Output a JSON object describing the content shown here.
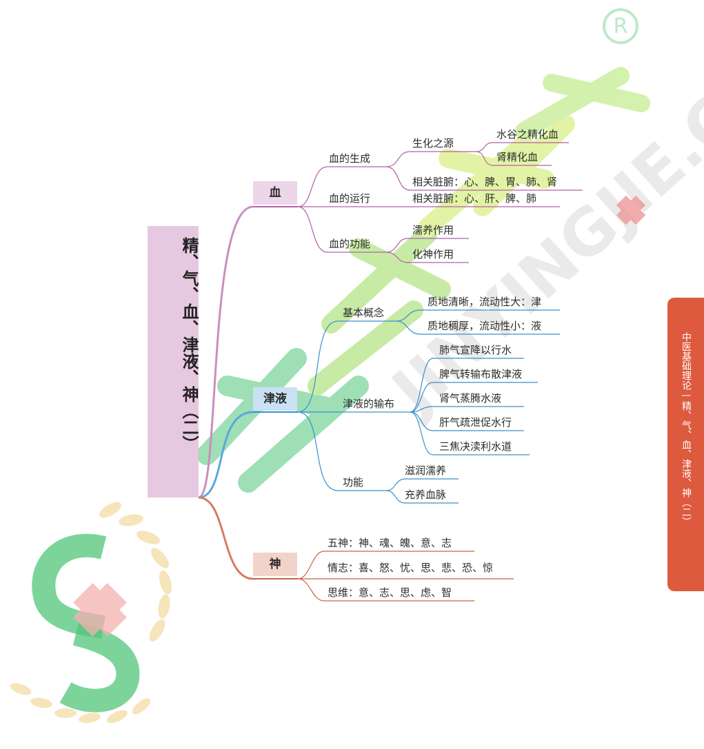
{
  "root": {
    "label": "精、气、血、津液、神（二）"
  },
  "side_tab": {
    "label": "中医基础理论—精、气、血、津液、神（二）"
  },
  "branches": {
    "blood": {
      "label": "血",
      "color": "#b45fa6",
      "children": {
        "generation": {
          "label": "血的生成",
          "source": {
            "label": "生化之源",
            "items": [
              "水谷之精化血",
              "肾精化血"
            ]
          },
          "organs": "相关脏腑：心、脾、胃、肺、肾"
        },
        "circulation": {
          "label": "血的运行",
          "organs": "相关脏腑：心、肝、脾、肺"
        },
        "function": {
          "label": "血的功能",
          "items": [
            "濡养作用",
            "化神作用"
          ]
        }
      }
    },
    "fluid": {
      "label": "津液",
      "color": "#3a8fcc",
      "children": {
        "concept": {
          "label": "基本概念",
          "items": [
            "质地清晰，流动性大：津",
            "质地稠厚，流动性小：液"
          ]
        },
        "distribution": {
          "label": "津液的输布",
          "items": [
            "肺气宣降以行水",
            "脾气转输布散津液",
            "肾气蒸腾水液",
            "肝气疏泄促水行",
            "三焦决渎利水道"
          ]
        },
        "function": {
          "label": "功能",
          "items": [
            "滋润濡养",
            "充养血脉"
          ]
        }
      }
    },
    "spirit": {
      "label": "神",
      "color": "#c9614a",
      "items": [
        "五神：神、魂、魄、意、志",
        "情志：喜、怒、忧、思、悲、恐、惊",
        "思维：意、志、思、虑、智"
      ]
    }
  },
  "colors": {
    "side_tab_bg": "#dd5a3e",
    "root_bg": "#e6c8e1",
    "blood_bg": "#edd5ea",
    "fluid_bg": "#c9e1f3",
    "spirit_bg": "#f2d3c9",
    "watermark_green": "#3cbf6a",
    "watermark_yellow": "#c6e84a",
    "watermark_gray": "#cfcfcf"
  },
  "watermark": {
    "text": "JINYINGJIE.COM",
    "registered_mark": "®"
  }
}
